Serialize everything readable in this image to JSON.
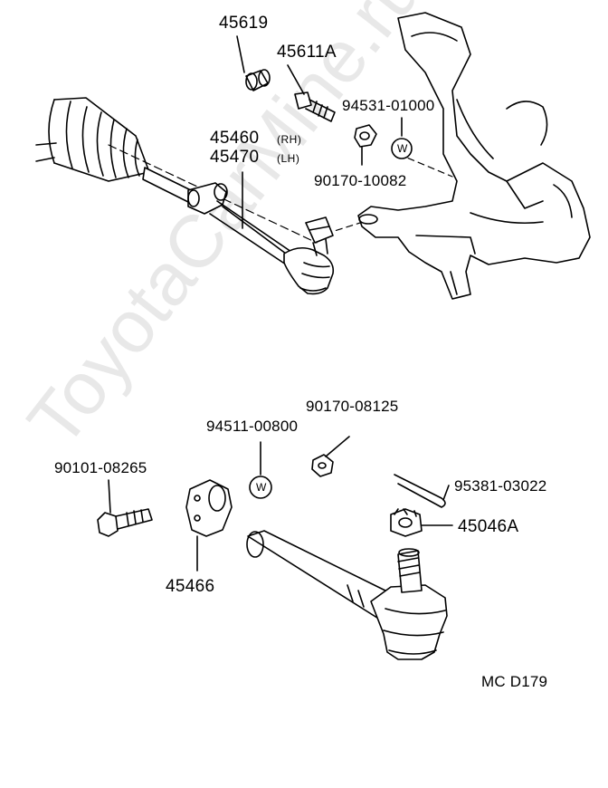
{
  "watermark": "ToyotaCarMine.ru",
  "top_labels": {
    "p45619": "45619",
    "p45611a": "45611A",
    "p94531": "94531-01000",
    "p45460": "45460",
    "rh": "(RH)",
    "p45470": "45470",
    "lh": "(LH)",
    "p90170_10082": "90170-10082",
    "washer": "W"
  },
  "bottom_labels": {
    "p90170_08125": "90170-08125",
    "p94511": "94511-00800",
    "p90101": "90101-08265",
    "p95381": "95381-03022",
    "p45046a": "45046A",
    "p45466": "45466",
    "washer": "W"
  },
  "footer_code": "MC  D179"
}
